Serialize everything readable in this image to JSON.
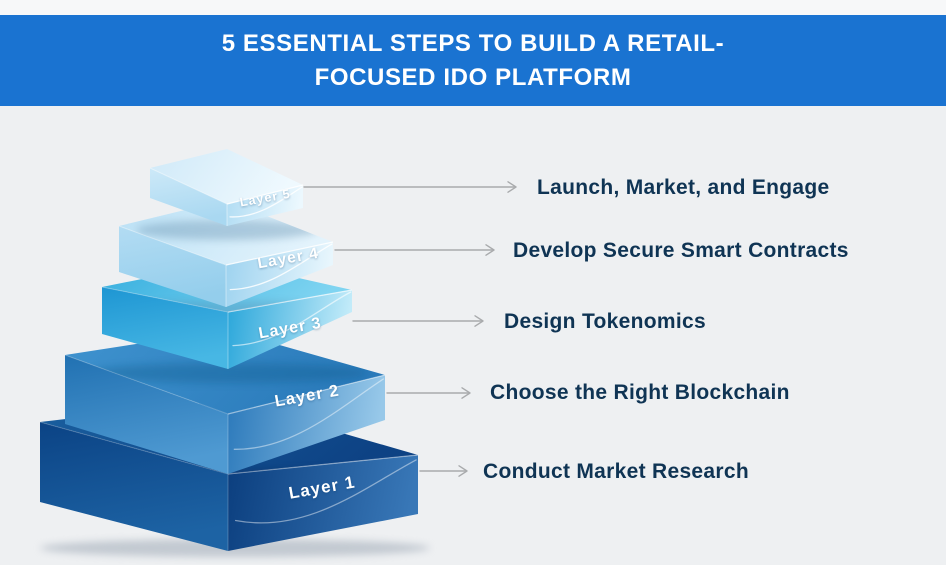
{
  "canvas": {
    "bg_color": "#eef0f2",
    "top_strip_color": "#f7f8f9"
  },
  "header": {
    "title_line1": "5 ESSENTIAL STEPS TO BUILD A RETAIL-",
    "title_line2": "FOCUSED IDO PLATFORM",
    "bg_color": "#1a73d1",
    "text_color": "#ffffff"
  },
  "connector": {
    "color": "#a9abad"
  },
  "step_label": {
    "color": "#0f3454"
  },
  "layers": [
    {
      "label": "Layer 5",
      "step": "Launch, Market, and Engage",
      "colors": {
        "top": [
          "#cfe9f8",
          "#eff9fe"
        ],
        "left": [
          "#cde9f8",
          "#a9d8f1"
        ],
        "right": [
          "#b0dcf3",
          "#ecf8fe"
        ]
      }
    },
    {
      "label": "Layer 4",
      "step": "Develop Secure Smart Contracts",
      "colors": {
        "top": [
          "#b9e0f5",
          "#e3f3fc"
        ],
        "left": [
          "#b3dcf3",
          "#94ceec"
        ],
        "right": [
          "#9cd2ef",
          "#e8f6fd"
        ]
      }
    },
    {
      "label": "Layer 3",
      "step": "Design Tokenomics",
      "colors": {
        "top": [
          "#35aede",
          "#7fd4f1"
        ],
        "left": [
          "#1e96d3",
          "#47b7e4"
        ],
        "right": [
          "#29a6da",
          "#c2ebf9"
        ]
      }
    },
    {
      "label": "Layer 2",
      "step": "Choose the Right Blockchain",
      "colors": {
        "top": [
          "#3f93cf",
          "#2a7aba"
        ],
        "left": [
          "#2171b2",
          "#4f9ad2"
        ],
        "right": [
          "#2a78ba",
          "#97c8e9"
        ]
      }
    },
    {
      "label": "Layer 1",
      "step": "Conduct Market Research",
      "colors": {
        "top": [
          "#1a5f9f",
          "#0d4284"
        ],
        "left": [
          "#0b4385",
          "#1d63a4"
        ],
        "right": [
          "#0b3e7e",
          "#3877b7"
        ]
      }
    }
  ]
}
